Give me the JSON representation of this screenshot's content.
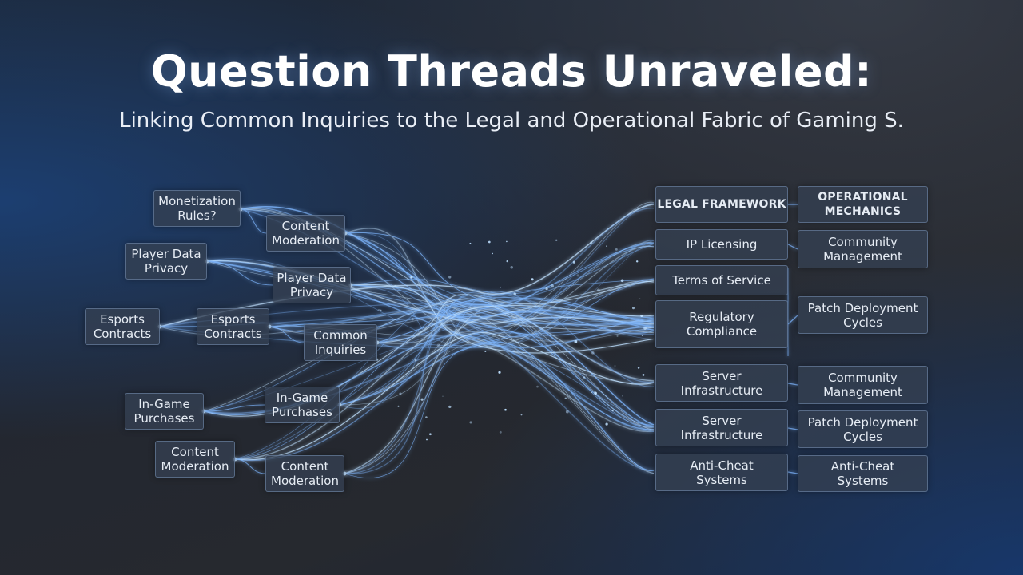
{
  "title": "Question Threads Unraveled:",
  "subtitle": "Linking Common Inquiries to the Legal and Operational Fabric of Gaming S.",
  "colors": {
    "thread": "#7fb7ff",
    "thread_glow": "#bfe0ff",
    "node_border": "#7891b4"
  },
  "left_nodes": [
    "Monetization\nRules?",
    "Content\nModeration",
    "Player Data\nPrivacy",
    "Player Data\nPrivacy",
    "Esports\nContracts",
    "Esports\nContracts",
    "Common\nInquiries",
    "In-Game\nPurchases",
    "In-Game\nPurchases",
    "Content\nModeration",
    "Content\nModeration"
  ],
  "right_nodes": [
    "LEGAL FRAMEWORK",
    "OPERATIONAL\nMECHANICS",
    "IP Licensing",
    "Community\nManagement",
    "Terms of Service",
    "Regulatory\nCompliance",
    "Patch Deployment\nCycles",
    "Server\nInfrastructure",
    "Community\nManagement",
    "Server\nInfrastructure",
    "Patch Deployment\nCycles",
    "Anti-Cheat\nSystems",
    "Anti-Cheat\nSystems"
  ]
}
